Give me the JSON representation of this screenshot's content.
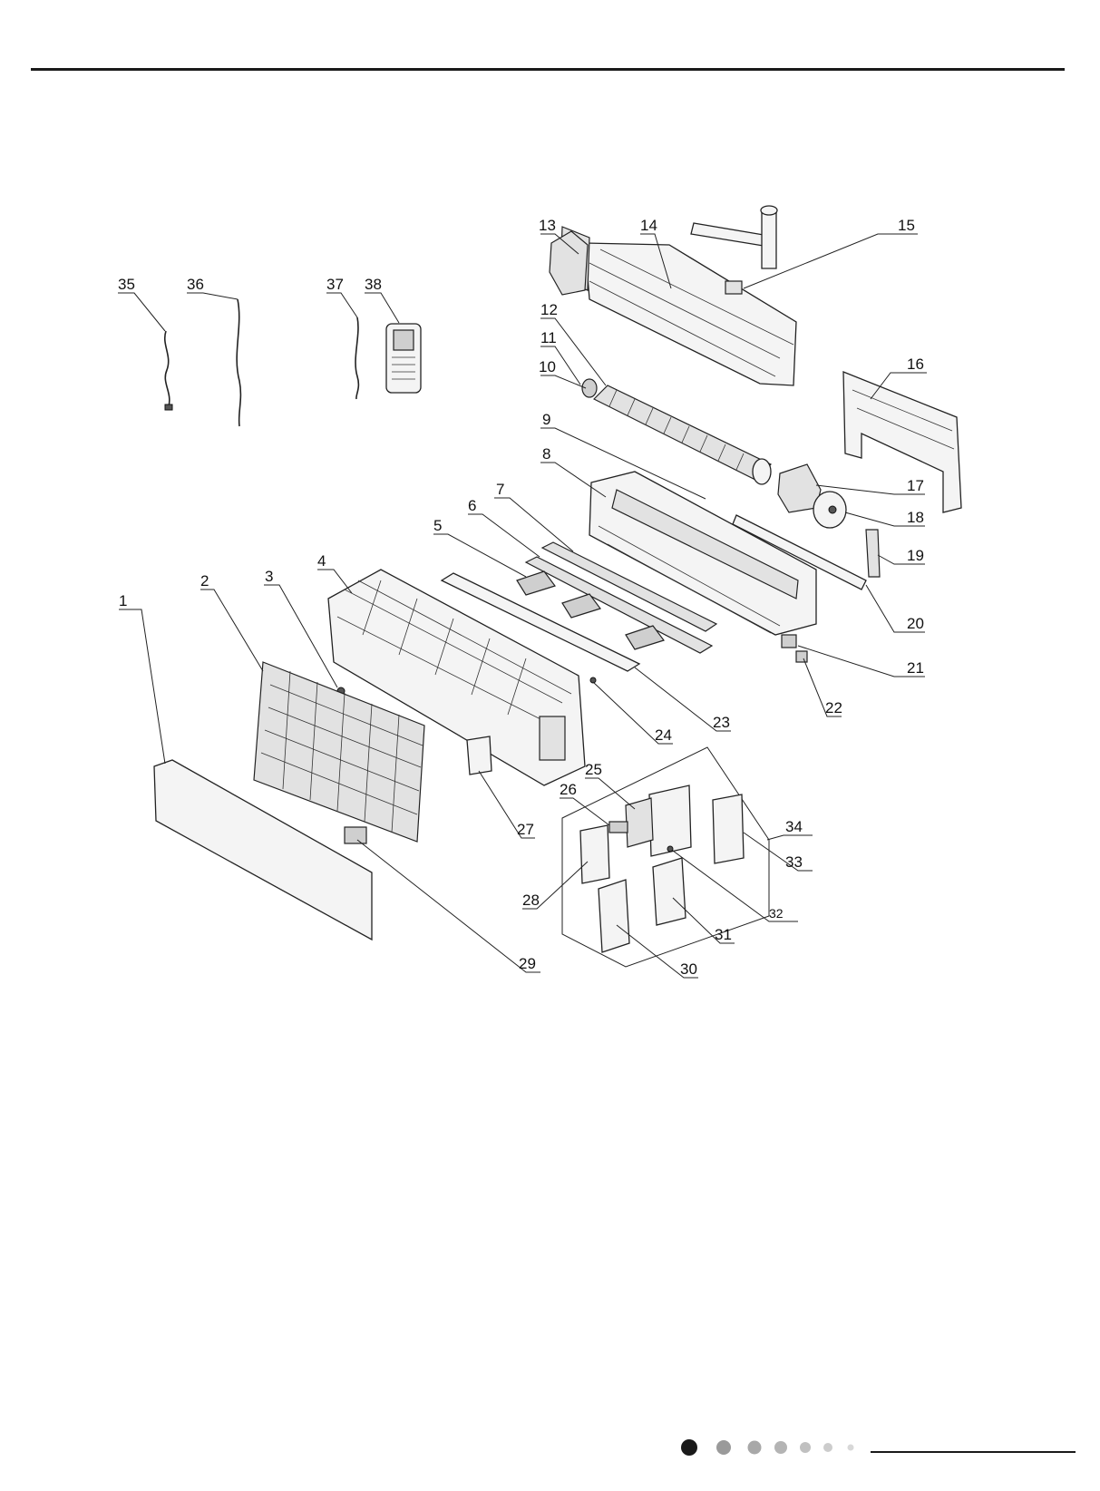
{
  "diagram": {
    "callouts": [
      "1",
      "2",
      "3",
      "4",
      "5",
      "6",
      "7",
      "8",
      "9",
      "10",
      "11",
      "12",
      "13",
      "14",
      "15",
      "16",
      "17",
      "18",
      "19",
      "20",
      "21",
      "22",
      "23",
      "24",
      "25",
      "26",
      "27",
      "28",
      "29",
      "30",
      "31",
      "32",
      "33",
      "34",
      "35",
      "36",
      "37",
      "38"
    ]
  },
  "pagination": {
    "dots": 7
  }
}
